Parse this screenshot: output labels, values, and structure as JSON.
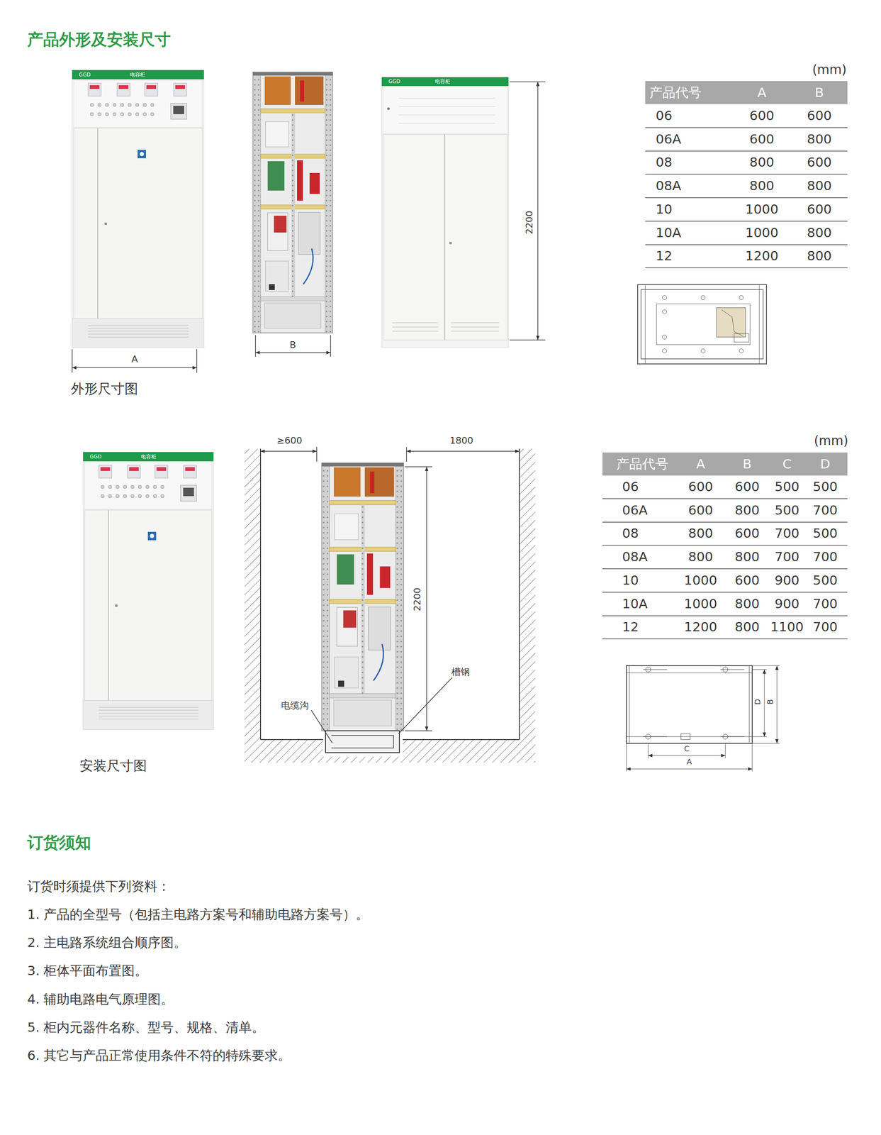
{
  "diagram": {
    "title": "产品外形及安装尺寸",
    "nodes": [
      {
        "text": [
          "产品代号",
          "A",
          "B"
        ]
      },
      {
        "text": [
          "产品代号",
          "A",
          "B",
          "C",
          "D"
        ]
      }
    ],
    "labels": [
      "GGD",
      "电容柜",
      "A",
      "B",
      "GGD",
      "电容柜",
      "2200",
      "外形尺寸图",
      "(mm)",
      "06",
      "600",
      "600",
      "06A",
      "600",
      "800",
      "08",
      "800",
      "600",
      "08A",
      "800",
      "800",
      "10",
      "1000",
      "600",
      "10A",
      "1000",
      "800",
      "12",
      "1200",
      "800",
      "GGD",
      "电容柜",
      "≥600",
      "1800",
      "2200",
      "槽钢",
      "电缆沟",
      "安装尺寸图",
      "(mm)",
      "06",
      "600",
      "600",
      "500",
      "500",
      "06A",
      "600",
      "800",
      "500",
      "700",
      "08",
      "800",
      "600",
      "700",
      "500",
      "08A",
      "800",
      "800",
      "700",
      "700",
      "10",
      "1000",
      "600",
      "900",
      "500",
      "10A",
      "1000",
      "800",
      "900",
      "700",
      "12",
      "1200",
      "800",
      "1100",
      "700",
      "D",
      "B",
      "C",
      "A",
      "订货须知",
      "订货时须提供下列资料：",
      "1. 产品的全型号（包括主电路方案号和辅助电路方案号）。",
      "2. 主电路系统组合顺序图。",
      "3. 柜体平面布置图。",
      "4. 辅助电路电气原理图。",
      "5. 柜内元器件名称、型号、规格、清单。",
      "6. 其它与产品正常使用条件不符的特殊要求。"
    ]
  }
}
